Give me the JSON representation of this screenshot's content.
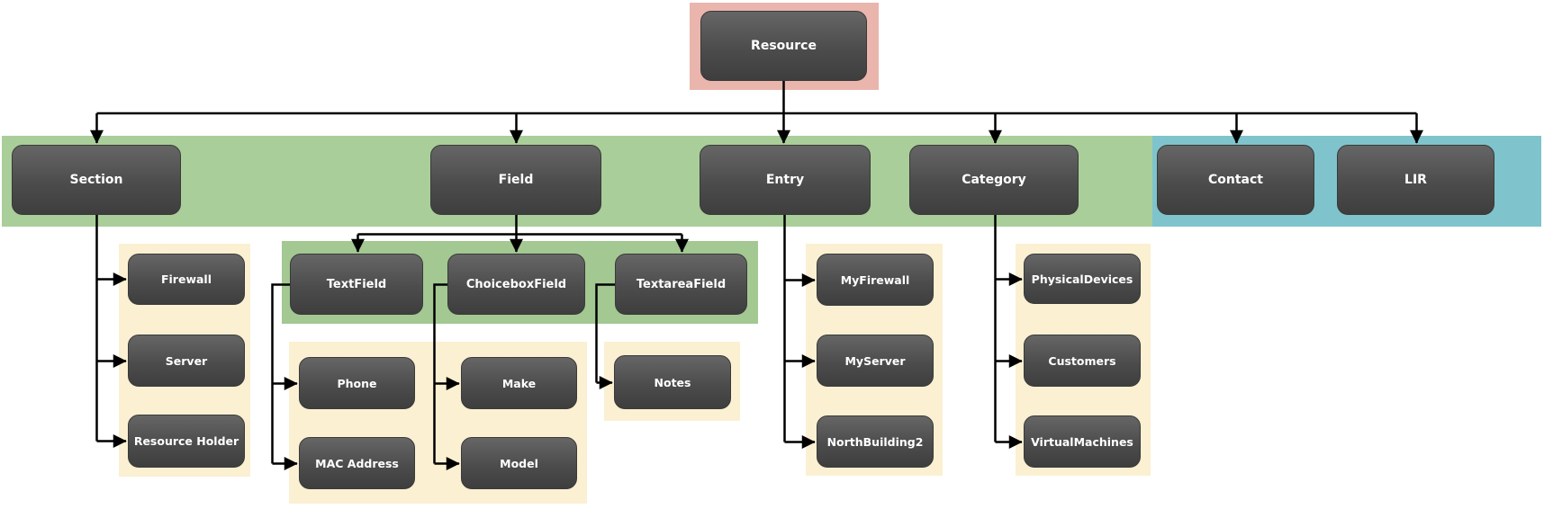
{
  "colors": {
    "pink-panel": "#e9b5ac",
    "green-panel": "#a9ce99",
    "green-panel-dark": "#a3c892",
    "blue-panel": "#7fc4cc",
    "cream-panel": "#fbf0d2",
    "node-top": "#666666",
    "node-mid": "#4c4c4c",
    "node-bottom": "#3e3e3e",
    "node-border": "#3a3a3a",
    "node-text": "#ffffff",
    "line": "#000000"
  },
  "tree": {
    "root": {
      "label": "Resource",
      "children": [
        {
          "label": "Section",
          "children": [
            {
              "label": "Firewall"
            },
            {
              "label": "Server"
            },
            {
              "label": "Resource Holder"
            }
          ]
        },
        {
          "label": "Field",
          "children": [
            {
              "label": "TextField",
              "children": [
                {
                  "label": "Phone"
                },
                {
                  "label": "MAC Address"
                }
              ]
            },
            {
              "label": "ChoiceboxField",
              "children": [
                {
                  "label": "Make"
                },
                {
                  "label": "Model"
                }
              ]
            },
            {
              "label": "TextareaField",
              "children": [
                {
                  "label": "Notes"
                }
              ]
            }
          ]
        },
        {
          "label": "Entry",
          "children": [
            {
              "label": "MyFirewall"
            },
            {
              "label": "MyServer"
            },
            {
              "label": "NorthBuilding2"
            }
          ]
        },
        {
          "label": "Category",
          "children": [
            {
              "label": "PhysicalDevices"
            },
            {
              "label": "Customers"
            },
            {
              "label": "VirtualMachines"
            }
          ]
        },
        {
          "label": "Contact"
        },
        {
          "label": "LIR"
        }
      ]
    }
  }
}
